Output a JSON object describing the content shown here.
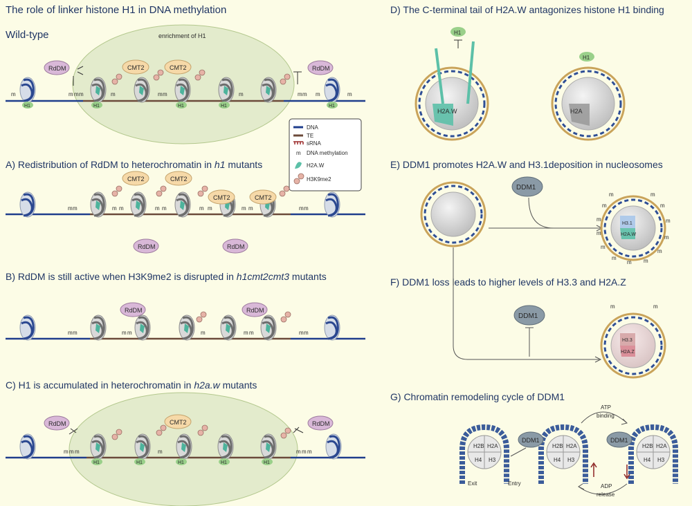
{
  "titles": {
    "main": "The role of linker histone H1 in DNA methylation",
    "wildtype": "Wild-type",
    "a_prefix": "A) Redistribution of RdDM to heterochromatin in ",
    "a_italic": "h1",
    "a_suffix": " mutants",
    "b_prefix": "B) RdDM is still active when H3K9me2 is disrupted in ",
    "b_italic": "h1cmt2cmt3",
    "b_suffix": " mutants",
    "c_prefix": "C) H1 is accumulated in heterochromatin in ",
    "c_italic": "h2a.w",
    "c_suffix": " mutants",
    "d": "D) The C-terminal tail of H2A.W antagonizes histone H1 binding",
    "e": "E) DDM1 promotes H2A.W and H3.1deposition in nucleosomes",
    "f": "F) DDM1 loss leads to higher levels of H3.3 and H2A.Z",
    "g": "G) Chromatin remodeling cycle of DDM1"
  },
  "labels": {
    "enrichment": "enrichment of H1",
    "rddm": "RdDM",
    "cmt2": "CMT2",
    "h1": "H1",
    "ddm1": "DDM1",
    "h2aw": "H2A.W",
    "h2a": "H2A",
    "h31": "H3.1",
    "h33": "H3.3",
    "h2az": "H2A.Z",
    "h2b": "H2B",
    "h3": "H3",
    "h4": "H4",
    "m": "m",
    "exit": "Exit",
    "entry": "Entry",
    "atp": "ATP",
    "binding": "binding",
    "adp": "ADP",
    "release": "release"
  },
  "legend": {
    "items": [
      "DNA",
      "TE",
      "sRNA",
      "DNA methylation",
      "H2A.W",
      "H3K9me2"
    ]
  },
  "colors": {
    "dna": "#1f3d8c",
    "te": "#6b4a3a",
    "srna": "#9c2a2a",
    "rddm": "#d9b8d8",
    "cmt2": "#f6d9a8",
    "h1": "#9ad08a",
    "h2aw": "#5cc0a8",
    "ddm1": "#8a9aa6",
    "h3k9me2": "#e7b3a6"
  }
}
